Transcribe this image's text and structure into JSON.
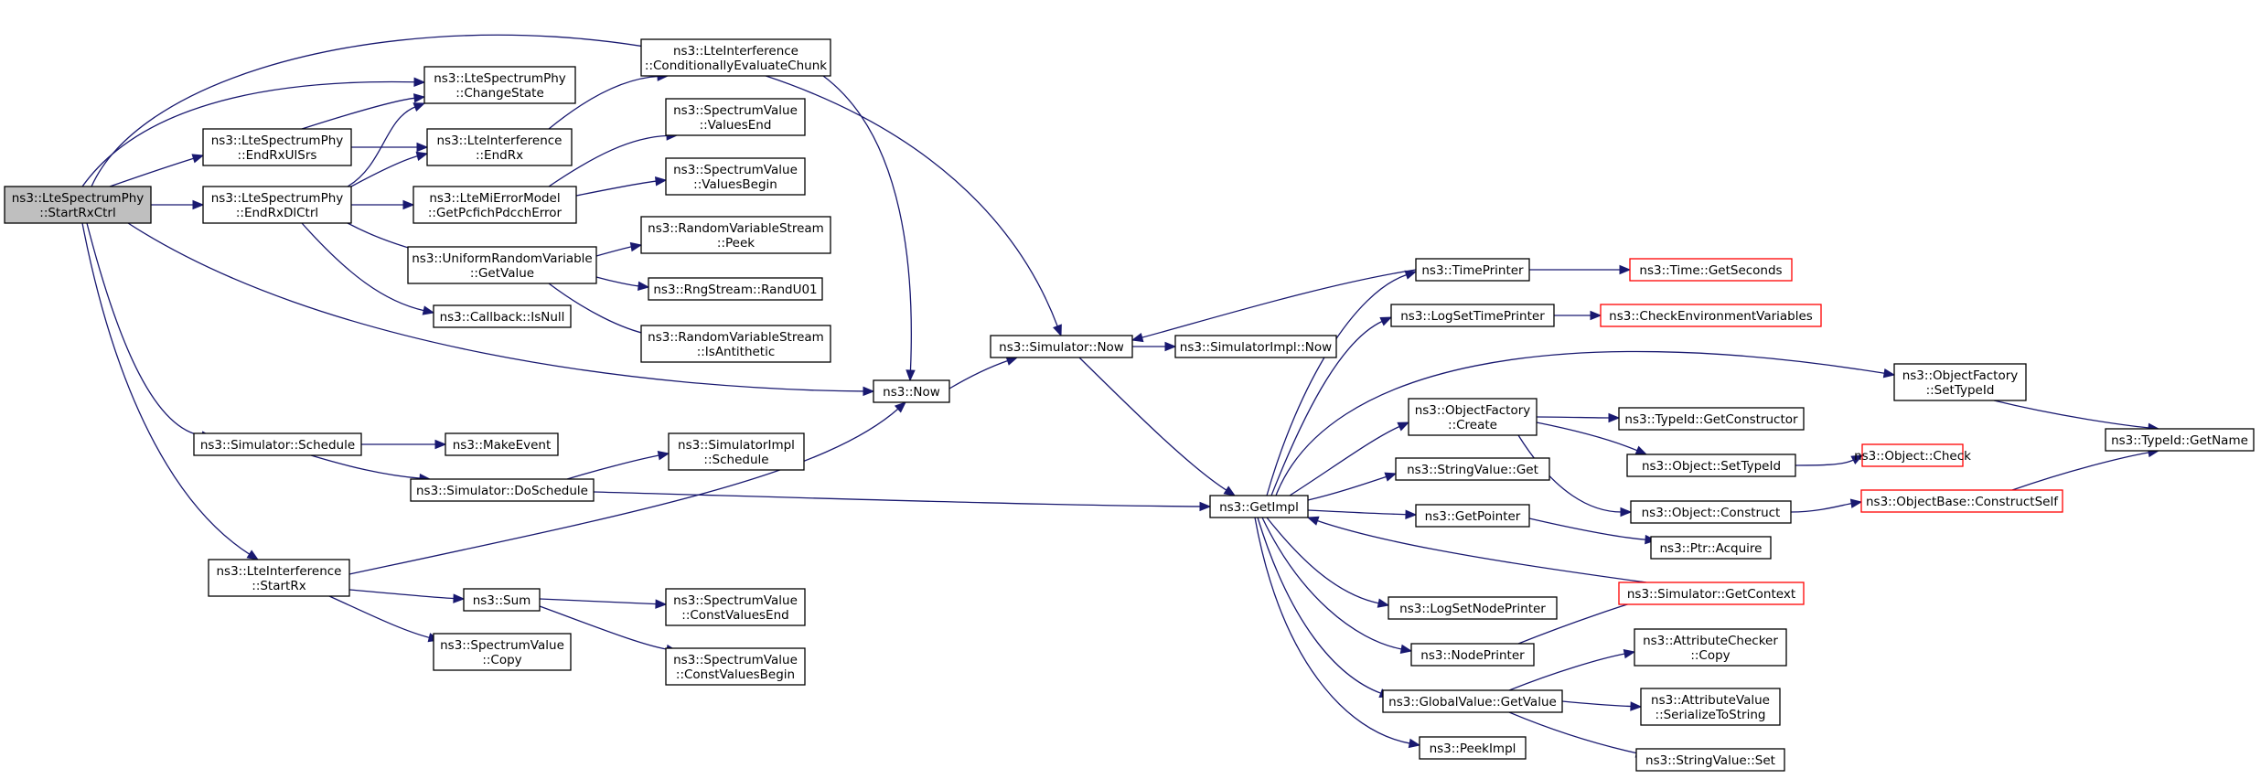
{
  "diagram": {
    "type": "call-graph",
    "colors": {
      "edge": "#191970",
      "node_border": "#000000",
      "truncated_border": "#ff0000",
      "root_fill": "#bfbfbf",
      "node_fill": "#ffffff"
    },
    "nodes": [
      {
        "id": "root",
        "lines": [
          "ns3::LteSpectrumPhy",
          "::StartRxCtrl"
        ],
        "style": "root"
      },
      {
        "id": "changestate",
        "lines": [
          "ns3::LteSpectrumPhy",
          "::ChangeState"
        ]
      },
      {
        "id": "endrxulsrs",
        "lines": [
          "ns3::LteSpectrumPhy",
          "::EndRxUlSrs"
        ]
      },
      {
        "id": "endrxdlctrl",
        "lines": [
          "ns3::LteSpectrumPhy",
          "::EndRxDlCtrl"
        ]
      },
      {
        "id": "schedule",
        "lines": [
          "ns3::Simulator::Schedule"
        ]
      },
      {
        "id": "startrx",
        "lines": [
          "ns3::LteInterference",
          "::StartRx"
        ]
      },
      {
        "id": "condeval",
        "lines": [
          "ns3::LteInterference",
          "::ConditionallyEvaluateChunk"
        ]
      },
      {
        "id": "endrx",
        "lines": [
          "ns3::LteInterference",
          "::EndRx"
        ]
      },
      {
        "id": "geterror",
        "lines": [
          "ns3::LteMiErrorModel",
          "::GetPcfichPdcchError"
        ]
      },
      {
        "id": "uniform",
        "lines": [
          "ns3::UniformRandomVariable",
          "::GetValue"
        ]
      },
      {
        "id": "isnull",
        "lines": [
          "ns3::Callback::IsNull"
        ]
      },
      {
        "id": "valuesend",
        "lines": [
          "ns3::SpectrumValue",
          "::ValuesEnd"
        ]
      },
      {
        "id": "valuesbegin",
        "lines": [
          "ns3::SpectrumValue",
          "::ValuesBegin"
        ]
      },
      {
        "id": "peek",
        "lines": [
          "ns3::RandomVariableStream",
          "::Peek"
        ]
      },
      {
        "id": "randu01",
        "lines": [
          "ns3::RngStream::RandU01"
        ]
      },
      {
        "id": "isanti",
        "lines": [
          "ns3::RandomVariableStream",
          "::IsAntithetic"
        ]
      },
      {
        "id": "makeevent",
        "lines": [
          "ns3::MakeEvent"
        ]
      },
      {
        "id": "doschedule",
        "lines": [
          "ns3::Simulator::DoSchedule"
        ]
      },
      {
        "id": "implschedule",
        "lines": [
          "ns3::SimulatorImpl",
          "::Schedule"
        ]
      },
      {
        "id": "sum",
        "lines": [
          "ns3::Sum"
        ]
      },
      {
        "id": "copy",
        "lines": [
          "ns3::SpectrumValue",
          "::Copy"
        ]
      },
      {
        "id": "constend",
        "lines": [
          "ns3::SpectrumValue",
          "::ConstValuesEnd"
        ]
      },
      {
        "id": "constbegin",
        "lines": [
          "ns3::SpectrumValue",
          "::ConstValuesBegin"
        ]
      },
      {
        "id": "now",
        "lines": [
          "ns3::Now"
        ]
      },
      {
        "id": "simnow",
        "lines": [
          "ns3::Simulator::Now"
        ]
      },
      {
        "id": "implnow",
        "lines": [
          "ns3::SimulatorImpl::Now"
        ]
      },
      {
        "id": "getimpl",
        "lines": [
          "ns3::GetImpl"
        ]
      },
      {
        "id": "timeprinter",
        "lines": [
          "ns3::TimePrinter"
        ]
      },
      {
        "id": "logsettime",
        "lines": [
          "ns3::LogSetTimePrinter"
        ]
      },
      {
        "id": "ofcreate",
        "lines": [
          "ns3::ObjectFactory",
          "::Create"
        ]
      },
      {
        "id": "stringget",
        "lines": [
          "ns3::StringValue::Get"
        ]
      },
      {
        "id": "getpointer",
        "lines": [
          "ns3::GetPointer"
        ]
      },
      {
        "id": "logsetnode",
        "lines": [
          "ns3::LogSetNodePrinter"
        ]
      },
      {
        "id": "nodeprinter",
        "lines": [
          "ns3::NodePrinter"
        ]
      },
      {
        "id": "gvgetvalue",
        "lines": [
          "ns3::GlobalValue::GetValue"
        ]
      },
      {
        "id": "peekimpl",
        "lines": [
          "ns3::PeekImpl"
        ]
      },
      {
        "id": "getseconds",
        "lines": [
          "ns3::Time::GetSeconds"
        ],
        "style": "trunc"
      },
      {
        "id": "checkenv",
        "lines": [
          "ns3::CheckEnvironmentVariables"
        ],
        "style": "trunc"
      },
      {
        "id": "ofsettypeid",
        "lines": [
          "ns3::ObjectFactory",
          "::SetTypeId"
        ]
      },
      {
        "id": "getconstructor",
        "lines": [
          "ns3::TypeId::GetConstructor"
        ]
      },
      {
        "id": "objsettypeid",
        "lines": [
          "ns3::Object::SetTypeId"
        ]
      },
      {
        "id": "objconstruct",
        "lines": [
          "ns3::Object::Construct"
        ]
      },
      {
        "id": "ptracquire",
        "lines": [
          "ns3::Ptr::Acquire"
        ]
      },
      {
        "id": "getcontext",
        "lines": [
          "ns3::Simulator::GetContext"
        ],
        "style": "trunc"
      },
      {
        "id": "accopy",
        "lines": [
          "ns3::AttributeChecker",
          "::Copy"
        ]
      },
      {
        "id": "avserialize",
        "lines": [
          "ns3::AttributeValue",
          "::SerializeToString"
        ]
      },
      {
        "id": "stringset",
        "lines": [
          "ns3::StringValue::Set"
        ]
      },
      {
        "id": "objcheck",
        "lines": [
          "ns3::Object::Check"
        ],
        "style": "trunc"
      },
      {
        "id": "constructself",
        "lines": [
          "ns3::ObjectBase::ConstructSelf"
        ],
        "style": "trunc"
      },
      {
        "id": "getname",
        "lines": [
          "ns3::TypeId::GetName"
        ]
      }
    ],
    "edges": [
      [
        "root",
        "changestate"
      ],
      [
        "root",
        "endrxulsrs"
      ],
      [
        "root",
        "endrxdlctrl"
      ],
      [
        "root",
        "simnow"
      ],
      [
        "root",
        "now"
      ],
      [
        "root",
        "schedule"
      ],
      [
        "root",
        "startrx"
      ],
      [
        "endrxulsrs",
        "changestate"
      ],
      [
        "endrxulsrs",
        "endrx"
      ],
      [
        "endrxdlctrl",
        "changestate"
      ],
      [
        "endrxdlctrl",
        "endrx"
      ],
      [
        "endrxdlctrl",
        "geterror"
      ],
      [
        "endrxdlctrl",
        "uniform"
      ],
      [
        "endrxdlctrl",
        "isnull"
      ],
      [
        "endrx",
        "condeval"
      ],
      [
        "condeval",
        "now"
      ],
      [
        "geterror",
        "valuesend"
      ],
      [
        "geterror",
        "valuesbegin"
      ],
      [
        "uniform",
        "peek"
      ],
      [
        "uniform",
        "randu01"
      ],
      [
        "uniform",
        "isanti"
      ],
      [
        "schedule",
        "makeevent"
      ],
      [
        "schedule",
        "doschedule"
      ],
      [
        "doschedule",
        "implschedule"
      ],
      [
        "doschedule",
        "getimpl"
      ],
      [
        "startrx",
        "now"
      ],
      [
        "startrx",
        "sum"
      ],
      [
        "startrx",
        "copy"
      ],
      [
        "sum",
        "constend"
      ],
      [
        "sum",
        "constbegin"
      ],
      [
        "now",
        "simnow"
      ],
      [
        "simnow",
        "implnow"
      ],
      [
        "simnow",
        "getimpl"
      ],
      [
        "timeprinter",
        "simnow"
      ],
      [
        "timeprinter",
        "getseconds"
      ],
      [
        "getimpl",
        "timeprinter"
      ],
      [
        "getimpl",
        "logsettime"
      ],
      [
        "getimpl",
        "ofsettypeid"
      ],
      [
        "getimpl",
        "ofcreate"
      ],
      [
        "getimpl",
        "stringget"
      ],
      [
        "getimpl",
        "getpointer"
      ],
      [
        "getimpl",
        "logsetnode"
      ],
      [
        "getimpl",
        "nodeprinter"
      ],
      [
        "getimpl",
        "gvgetvalue"
      ],
      [
        "getimpl",
        "peekimpl"
      ],
      [
        "logsettime",
        "checkenv"
      ],
      [
        "ofcreate",
        "getconstructor"
      ],
      [
        "ofcreate",
        "objsettypeid"
      ],
      [
        "ofcreate",
        "objconstruct"
      ],
      [
        "objsettypeid",
        "objcheck"
      ],
      [
        "objconstruct",
        "constructself"
      ],
      [
        "constructself",
        "getname"
      ],
      [
        "ofsettypeid",
        "getname"
      ],
      [
        "getpointer",
        "ptracquire"
      ],
      [
        "getcontext",
        "getimpl"
      ],
      [
        "nodeprinter",
        "getcontext"
      ],
      [
        "gvgetvalue",
        "accopy"
      ],
      [
        "gvgetvalue",
        "avserialize"
      ],
      [
        "gvgetvalue",
        "stringset"
      ]
    ]
  }
}
